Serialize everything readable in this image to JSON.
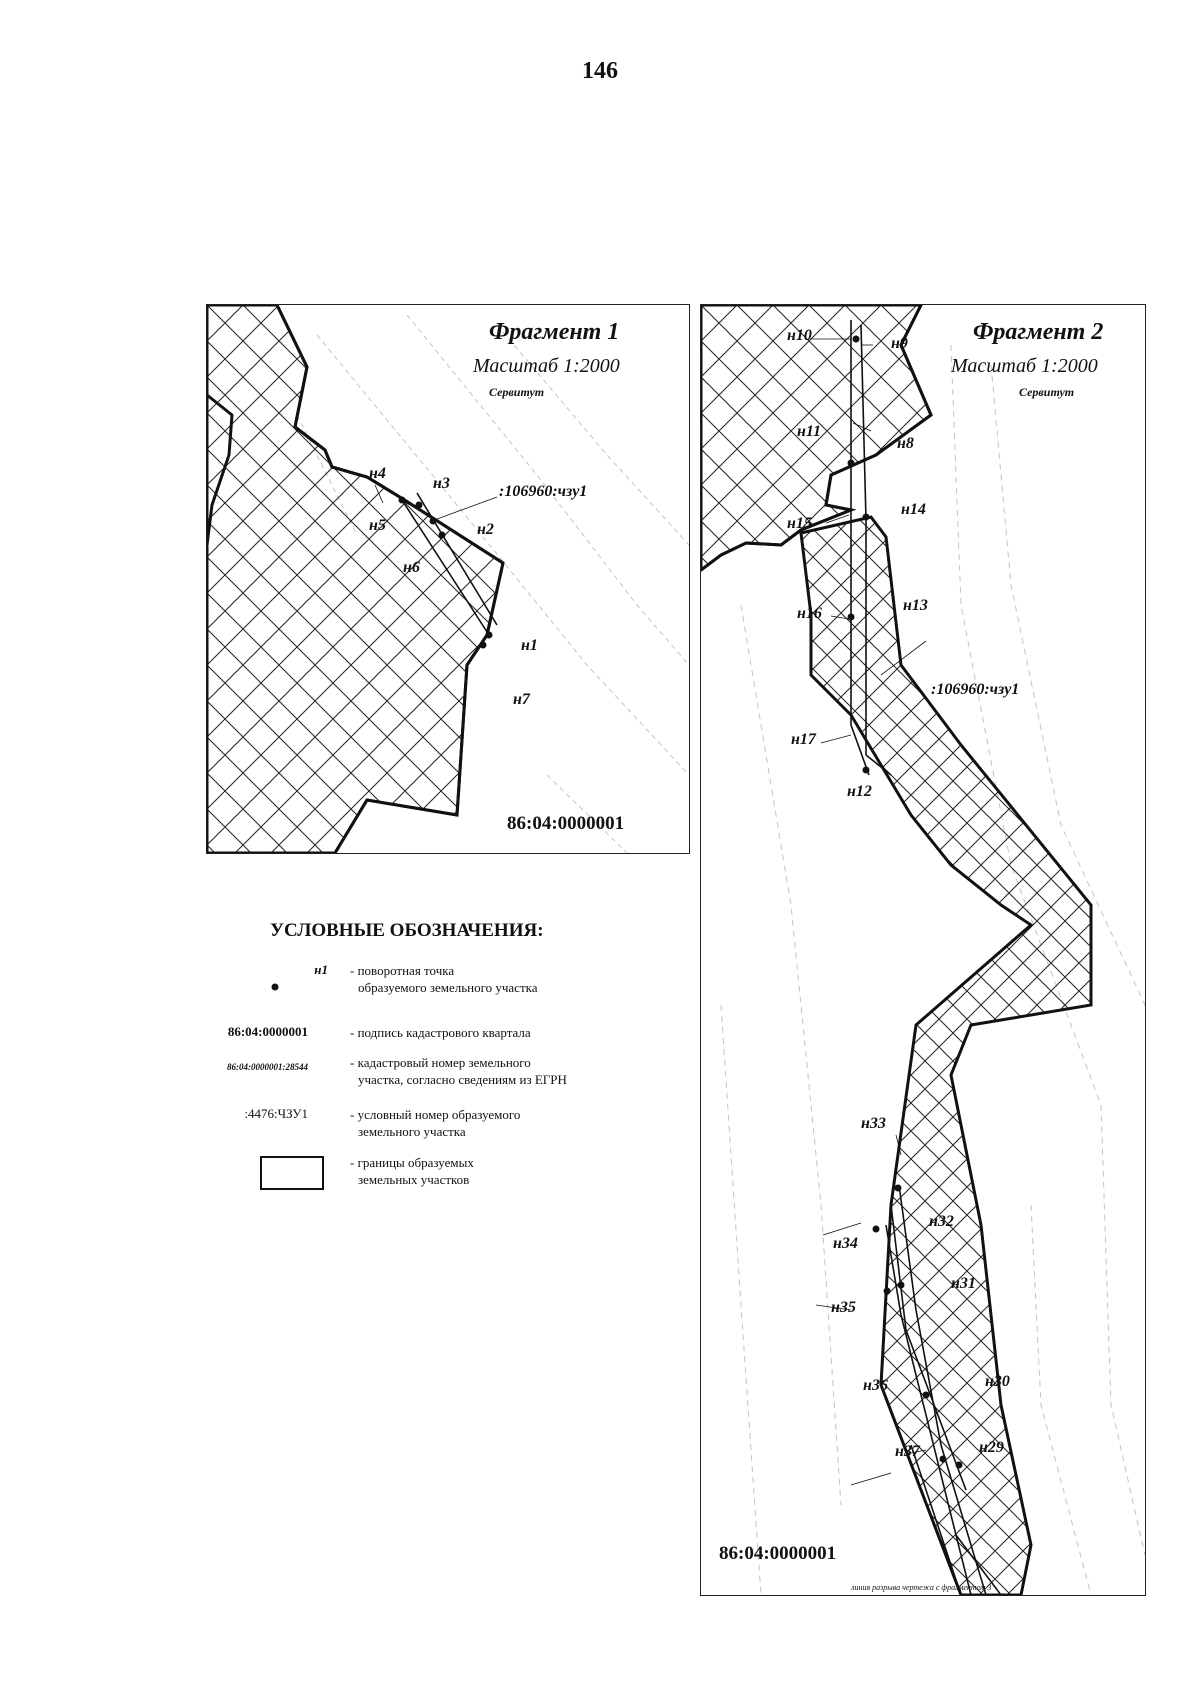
{
  "page": {
    "number": "146"
  },
  "fragment1": {
    "title": "Фрагмент 1",
    "scale": "Масштаб 1:2000",
    "servitude": "Сервитут",
    "quarter_label": "86:04:0000001",
    "parcel_label": ":106960:чзу1",
    "points": [
      "н1",
      "н2",
      "н3",
      "н4",
      "н5",
      "н6",
      "н7"
    ]
  },
  "fragment2": {
    "title": "Фрагмент 2",
    "scale": "Масштаб 1:2000",
    "servitude": "Сервитут",
    "quarter_label": "86:04:0000001",
    "parcel_label": ":106960:чзу1",
    "footnote": "линия разрыва чертежа с фрагментом 3",
    "points": [
      "н8",
      "н9",
      "н10",
      "н11",
      "н12",
      "н13",
      "н14",
      "н15",
      "н16",
      "н17",
      "н29",
      "н30",
      "н31",
      "н32",
      "н33",
      "н34",
      "н35",
      "н36",
      "н37"
    ]
  },
  "legend": {
    "title": "УСЛОВНЫЕ ОБОЗНАЧЕНИЯ:",
    "items": [
      {
        "symbol": "н1",
        "text_line1": "- поворотная точка",
        "text_line2": "образуемого земельного участка"
      },
      {
        "symbol": "86:04:0000001",
        "text_line1": "- подпись кадастрового квартала",
        "text_line2": ""
      },
      {
        "symbol": "86:04:0000001:28544",
        "text_line1": "- кадастровый номер земельного",
        "text_line2": "участка, согласно сведениям из ЕГРН"
      },
      {
        "symbol": ":4476:ЧЗУ1",
        "text_line1": "- условный номер образуемого",
        "text_line2": "земельного участка"
      },
      {
        "symbol": "",
        "text_line1": "- границы образуемых",
        "text_line2": "земельных участков"
      }
    ]
  },
  "colors": {
    "ink": "#111111",
    "contour": "#bdbdbd",
    "paper": "#ffffff"
  }
}
